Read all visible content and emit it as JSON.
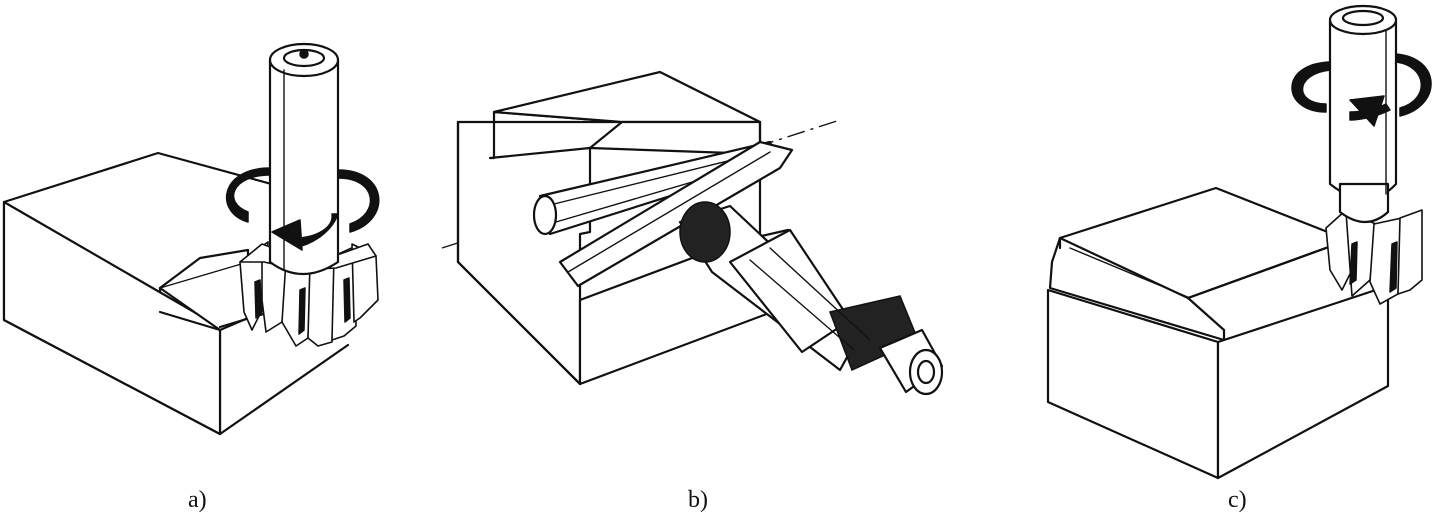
{
  "figure": {
    "panels": [
      {
        "id": "a",
        "caption": "a)"
      },
      {
        "id": "b",
        "caption": "b)"
      },
      {
        "id": "c",
        "caption": "c)"
      }
    ]
  }
}
